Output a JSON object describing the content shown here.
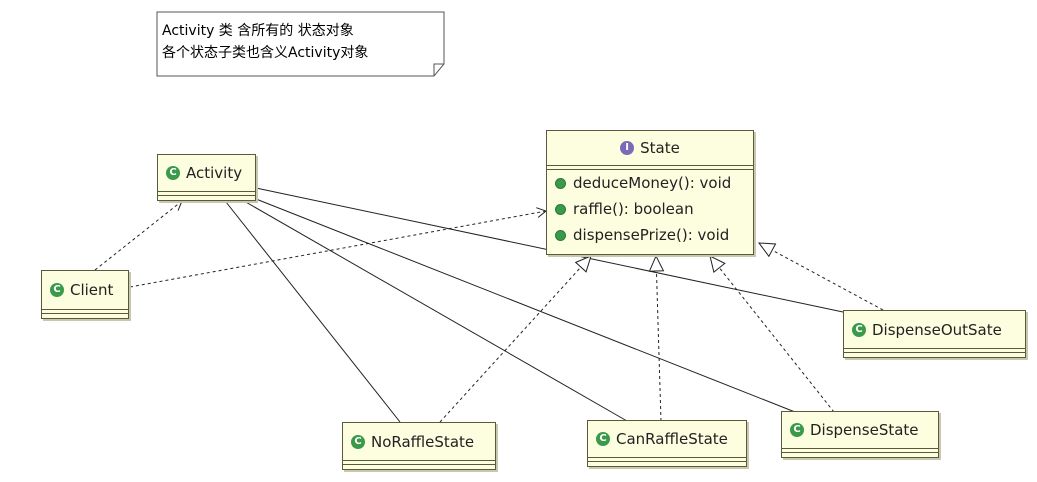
{
  "note": {
    "line1": "Activity 类 含所有的 状态对象",
    "line2": "各个状态子类也含义Activity对象"
  },
  "state_interface": {
    "name": "State",
    "badge": "I",
    "methods": [
      "deduceMoney(): void",
      "raffle(): boolean",
      "dispensePrize(): void"
    ]
  },
  "classes": {
    "activity": "Activity",
    "client": "Client",
    "dispense_out_sate": "DispenseOutSate",
    "no_raffle_state": "NoRaffleState",
    "can_raffle_state": "CanRaffleState",
    "dispense_state": "DispenseState"
  },
  "class_badge": "C",
  "colors": {
    "class_fill": "#fdfde0",
    "class_badge": "#3a9a4a",
    "interface_badge": "#7a6ab8",
    "line": "#222222"
  }
}
